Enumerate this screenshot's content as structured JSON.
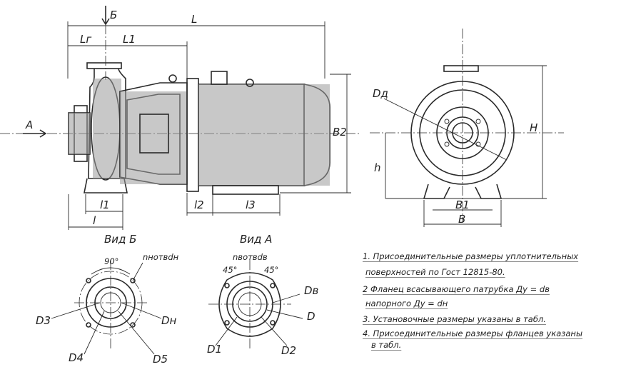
{
  "dimension_labels": {
    "L": "L",
    "L_g": "Lг",
    "L1": "L1",
    "B": "Б",
    "A": "A",
    "B2": "B2",
    "l1": "l1",
    "l": "l",
    "l2": "l2",
    "l3": "l3",
    "Dd": "Dд",
    "H": "H",
    "h": "h",
    "B1": "B1",
    "B_right": "B"
  },
  "view_b": {
    "title": "Вид Б",
    "angle": "90°",
    "holes_label": "nнотвdн",
    "D3": "D3",
    "Dn": "Dн",
    "D4": "D4",
    "D5": "D5"
  },
  "view_a": {
    "title": "Вид A",
    "holes_label": "nвотвdв",
    "angle_left": "45°",
    "angle_right": "45°",
    "Dv": "Dв",
    "D": "D",
    "D1": "D1",
    "D2": "D2"
  },
  "notes": [
    "1. Присоединительные размеры уплотнительных",
    "поверхностей по Гост 12815-80.",
    "2 Фланец всасывающего патрубка Ду = dв",
    "напорного Ду = dн",
    "3. Установочные размеры указаны в табл.",
    "4. Присоединительные размеры фланцев указаны",
    "в табл."
  ]
}
